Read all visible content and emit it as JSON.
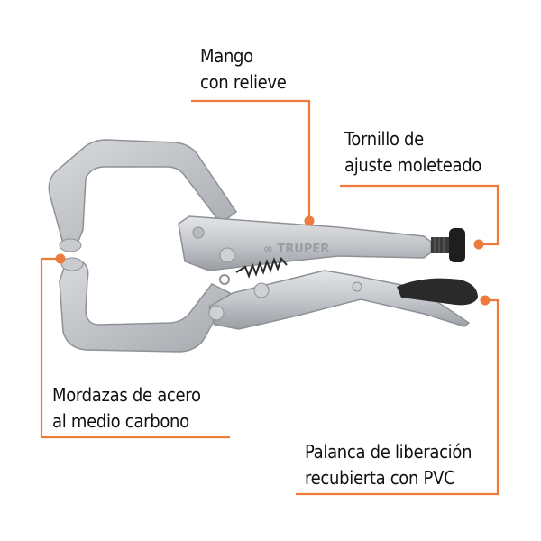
{
  "product": {
    "name": "Locking C-clamp pliers",
    "brand_mark": "TRUPER"
  },
  "callouts": [
    {
      "id": "mango",
      "lines": [
        "Mango",
        "con relieve"
      ]
    },
    {
      "id": "tornillo",
      "lines": [
        "Tornillo de",
        "ajuste moleteado"
      ]
    },
    {
      "id": "mordazas",
      "lines": [
        "Mordazas de acero",
        "al medio carbono"
      ]
    },
    {
      "id": "palanca",
      "lines": [
        "Palanca de liberación",
        "recubierta con PVC"
      ]
    }
  ],
  "colors": {
    "accent": "#EE7A3C",
    "text": "#111111",
    "background": "#FFFFFF",
    "metal": "#C9CBCE",
    "metal_dark": "#8E9196",
    "grip": "#2A2A2A"
  }
}
